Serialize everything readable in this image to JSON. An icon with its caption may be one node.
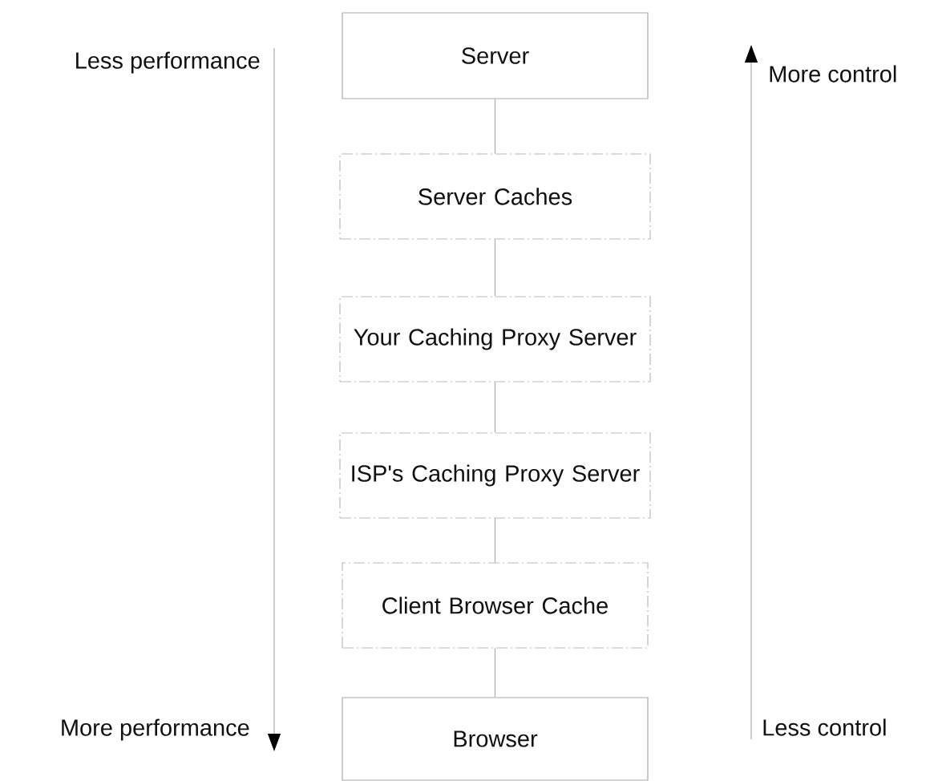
{
  "diagram": {
    "nodes": [
      {
        "text": [
          "Server"
        ]
      },
      {
        "text": [
          "Server Caches"
        ]
      },
      {
        "text": [
          "Your Caching Proxy Server"
        ]
      },
      {
        "text": [
          "ISP's Caching Proxy Server"
        ]
      },
      {
        "text": [
          "Client Browser Cache"
        ]
      },
      {
        "text": [
          "Browser"
        ]
      }
    ],
    "edges": [
      {
        "from": 0,
        "to": 1,
        "arrow": "none"
      },
      {
        "from": 1,
        "to": 2,
        "arrow": "none"
      },
      {
        "from": 2,
        "to": 3,
        "arrow": "none"
      },
      {
        "from": 3,
        "to": 4,
        "arrow": "none"
      },
      {
        "from": 4,
        "to": 5,
        "arrow": "none"
      }
    ],
    "labels": [
      "Less performance",
      "More control",
      "More performance",
      "Less control"
    ]
  }
}
